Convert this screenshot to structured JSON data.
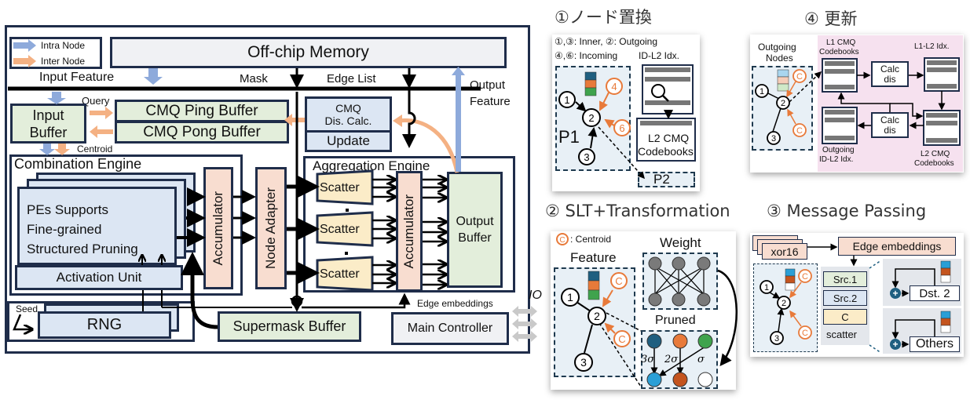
{
  "architecture": {
    "legend": {
      "items": [
        {
          "label": "Intra Node",
          "color": "#8eaadb"
        },
        {
          "label": "Inter Node",
          "color": "#f4b183"
        }
      ]
    },
    "offchip_memory": "Off-chip Memory",
    "bus_labels": {
      "input_feature": "Input Feature",
      "mask": "Mask",
      "edge_list": "Edge List",
      "output_feature_line1": "Output",
      "output_feature_line2": "Feature",
      "query": "Query",
      "centroid": "Centroid",
      "seed": "Seed",
      "edge_embeddings": "Edge embeddings",
      "io": "IO"
    },
    "input_buffer": {
      "line1": "Input",
      "line2": "Buffer"
    },
    "cmq_ping_buffer": "CMQ Ping Buffer",
    "cmq_pong_buffer": "CMQ Pong Buffer",
    "cmq_dis_calc": {
      "line1": "CMQ",
      "line2": "Dis. Calc."
    },
    "update": "Update",
    "combination_engine": {
      "title": "Combination Engine",
      "pe": {
        "line1": "PEs Supports",
        "line2": "Fine-grained",
        "line3": "Structured Pruning"
      },
      "activation_unit": "Activation Unit",
      "accumulator": "Accumulator"
    },
    "node_adapter": "Node Adapter",
    "aggregation_engine": {
      "title": "Aggregation Engine",
      "scatter_units": [
        "Scatter",
        "Scatter",
        "Scatter"
      ],
      "accumulator": "Accumulator",
      "output_buffer": {
        "line1": "Output",
        "line2": "Buffer"
      }
    },
    "rng": "RNG",
    "supermask_buffer": "Supermask Buffer",
    "main_controller": "Main Controller"
  },
  "panels": {
    "node_replacement": {
      "title": "①ノード置換",
      "legend_line1": "①,③: Inner, ②: Outgoing",
      "legend_line2": "④,⑥: Incoming",
      "id_l2_idx": "ID-L2 Idx.",
      "l2_cmq": {
        "line1": "L2 CMQ",
        "line2": "Codebooks"
      },
      "partition1": "P1",
      "partition2": "P2",
      "nodes": [
        "1",
        "2",
        "3"
      ],
      "incoming_nodes": [
        "4",
        "6"
      ],
      "feature_colors": [
        "#1f5f80",
        "#e87a3a",
        "#3fa34d"
      ]
    },
    "update": {
      "title": "④ 更新",
      "outgoing_nodes": {
        "line1": "Outgoing",
        "line2": "Nodes"
      },
      "l1_cmq": {
        "line1": "L1 CMQ",
        "line2": "Codebooks"
      },
      "l1_l2_idx": "L1-L2 Idx.",
      "calc_dis": {
        "line1": "Calc",
        "line2": "dis"
      },
      "outgoing_id_l2": {
        "line1": "Outgoing",
        "line2": "ID-L2 Idx."
      },
      "l2_cmq": {
        "line1": "L2 CMQ",
        "line2": "Codebooks"
      },
      "nodes": [
        "1",
        "2",
        "3"
      ],
      "centroid_symbol": "C",
      "feature_colors": [
        "#a9d6ef",
        "#f5cdb8",
        "#cfe9c8"
      ]
    },
    "slt_transformation": {
      "title": "② SLT+Transformation",
      "centroid_legend": ": Centroid",
      "centroid_symbol": "C",
      "feature": "Feature",
      "weight": "Weight",
      "pruned": "Pruned",
      "sigma_labels": [
        "3σ",
        "2σ",
        "σ"
      ],
      "nodes": [
        "1",
        "2",
        "3"
      ],
      "feature_colors": [
        "#1f5f80",
        "#e87a3a",
        "#3fa34d"
      ],
      "pruned_top_colors": [
        "#1f5f80",
        "#e87a3a",
        "#3fa34d"
      ],
      "pruned_bottom_colors": [
        "#2a9fd6",
        "#c4541e",
        "#ffffff"
      ]
    },
    "message_passing": {
      "title": "③ Message Passing",
      "xor16": "xor16",
      "edge_embeddings": "Edge embeddings",
      "scatter_items": [
        "Src.1",
        "Src.2",
        "C"
      ],
      "scatter_label": "scatter",
      "dst": "Dst. 2",
      "others": "Others",
      "plus": "+",
      "nodes": [
        "1",
        "2",
        "3"
      ],
      "centroid_symbol": "C",
      "feature_colors": [
        "#2a9fd6",
        "#c4541e",
        "#ffffff"
      ]
    }
  }
}
